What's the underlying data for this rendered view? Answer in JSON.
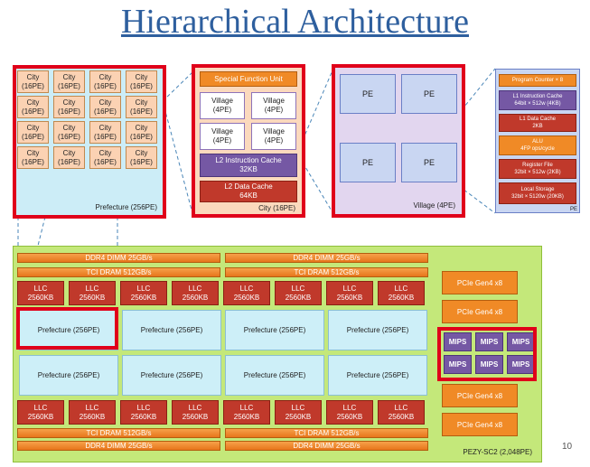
{
  "title": "Hierarchical Architecture",
  "prefecture_panel": {
    "city_label": "City\n(16PE)",
    "label": "Prefecture (256PE)"
  },
  "city_panel": {
    "sfu": "Special Function Unit",
    "village_label": "Village\n(4PE)",
    "l2_icache": "L2 Instruction Cache\n32KB",
    "l2_dcache": "L2 Data Cache\n64KB",
    "label": "City (16PE)"
  },
  "village_panel": {
    "pe_label": "PE",
    "label": "Village (4PE)"
  },
  "pe_panel": {
    "program_counter": "Program Counter × 8",
    "l1_icache": "L1 Instruction Cache\n64bit × 512w (4KB)",
    "l1_dcache": "L1 Data Cache\n2KB",
    "alu": "ALU\n4FP ops/cycle",
    "register_file": "Register File\n32bit × 512w (2KB)",
    "local_storage": "Local Storage\n32bit × 5120w (20KB)",
    "label": "PE"
  },
  "chip": {
    "ddr4": "DDR4 DIMM 25GB/s",
    "tci": "TCI DRAM 512GB/s",
    "llc": "LLC\n2560KB",
    "prefecture": "Prefecture (256PE)",
    "pcie": "PCIe Gen4 x8",
    "mips": "MIPS",
    "label": "PEZY-SC2 (2,048PE)"
  },
  "page_number": "10",
  "colors": {
    "highlight": "#e0001a",
    "title": "#2e5f9e",
    "orange": "#f08a26",
    "llc": "#c0392b",
    "purple": "#7558a4"
  }
}
